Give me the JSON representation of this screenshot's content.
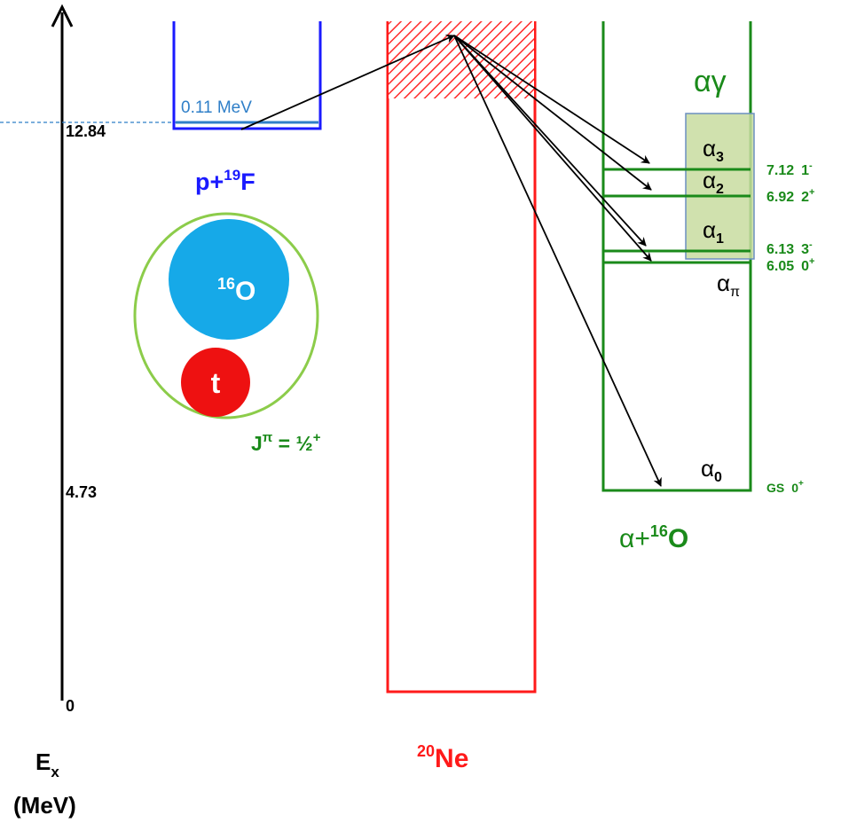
{
  "energy_axis": {
    "label_main": "E",
    "label_sub": "x",
    "unit": "(MeV)",
    "ticks": [
      "12.84",
      "4.73",
      "0"
    ]
  },
  "p19f": {
    "width_label": "0.11 MeV",
    "label_p": "p+",
    "label_mass": "19",
    "label_elem": "F",
    "cluster_o_mass": "16",
    "cluster_o_elem": "O",
    "cluster_t": "t",
    "jpi_prefix": "J",
    "jpi_sym": "π",
    "jpi_value": " = ½",
    "jpi_parity": "+"
  },
  "ne20": {
    "label_mass": "20",
    "label_elem": "Ne"
  },
  "o16": {
    "label_alpha": "α+",
    "label_mass": "16",
    "label_elem": "O",
    "ay_label": "αγ",
    "channels": [
      {
        "sym": "α",
        "sub": "3"
      },
      {
        "sym": "α",
        "sub": "2"
      },
      {
        "sym": "α",
        "sub": "1"
      },
      {
        "sym": "α",
        "sub": "π"
      },
      {
        "sym": "α",
        "sub": "0"
      }
    ],
    "levels": [
      {
        "energy": "7.12",
        "spin": "1",
        "parity": "-"
      },
      {
        "energy": "6.92",
        "spin": "2",
        "parity": "+"
      },
      {
        "energy": "6.13",
        "spin": "3",
        "parity": "-"
      },
      {
        "energy": "6.05",
        "spin": "0",
        "parity": "+"
      },
      {
        "energy": "GS",
        "spin": "0",
        "parity": "+"
      }
    ]
  },
  "colors": {
    "blue": "#1a1aff",
    "lightblue": "#2f7fc8",
    "red": "#ff1a1a",
    "green": "#1a8a1a",
    "cyan": "#16a9e8",
    "ellipse": "#8ccc4a",
    "box_fill": "#c8dca0",
    "box_stroke": "#6b8fc0"
  }
}
